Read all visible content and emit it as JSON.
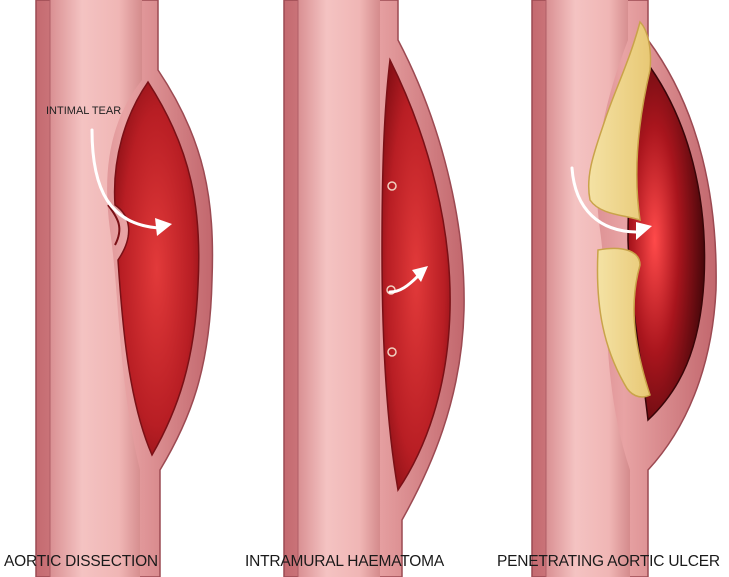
{
  "panels": [
    {
      "caption": "AORTIC DISSECTION",
      "annotation": "INTIMAL TEAR"
    },
    {
      "caption": "INTRAMURAL HAEMATOMA"
    },
    {
      "caption": "PENETRATING AORTIC ULCER"
    }
  ]
}
